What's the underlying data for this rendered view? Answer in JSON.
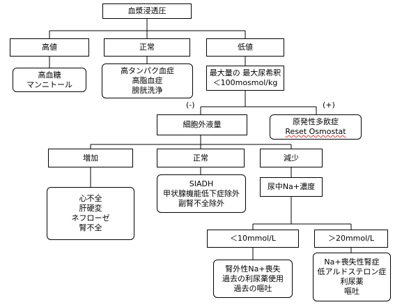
{
  "nodes": {
    "root": "血漿浸透圧",
    "high": "高値",
    "normal": "正常",
    "low": "低値",
    "high_causes": [
      "高血糖",
      "マンニトール"
    ],
    "normal_causes": [
      "高タンパク血症",
      "高脂血症",
      "膀胱洗浄"
    ],
    "urine_max_dilution": [
      "最大量の 最大尿希釈",
      "＜100mosmol/kg"
    ],
    "ecf_volume": "細胞外液量",
    "primary_polydipsia": [
      "原発性多飲症",
      "Reset Osmostat"
    ],
    "increase": "増加",
    "ecf_normal": "正常",
    "decrease": "減少",
    "increase_causes": [
      "心不全",
      "肝硬変",
      "ネフローゼ",
      "腎不全"
    ],
    "ecf_normal_causes": [
      "SIADH",
      "甲状腺機能低下症除外",
      "副腎不全除外"
    ],
    "urine_na": "尿中Na+濃度",
    "lt10": "＜10mmol/L",
    "gt20": "＞20mmol/L",
    "lt10_causes": [
      "腎外性Na+喪失",
      "過去の利尿薬使用",
      "過去の嘔吐"
    ],
    "gt20_causes": [
      "Na+喪失性腎症",
      "低アルドステロン症",
      "利尿薬",
      "嘔吐"
    ]
  },
  "signs": {
    "negative": "(-)",
    "positive": "(+)"
  }
}
